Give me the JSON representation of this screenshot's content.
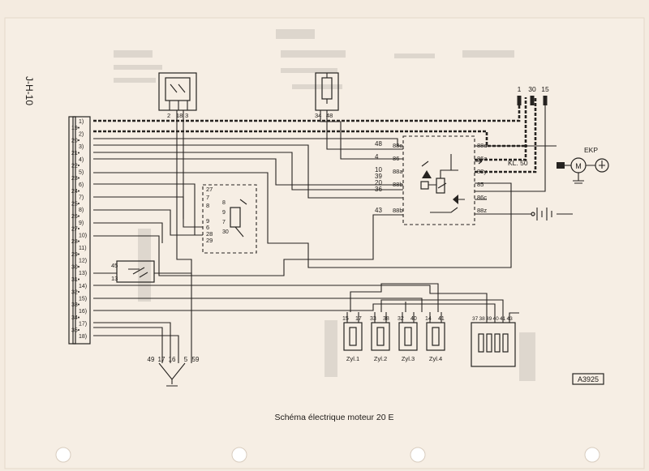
{
  "sidebar_code": "J-H-10",
  "caption": "Schéma électrique moteur 20 E",
  "ref_code": "A3925",
  "left_connector": {
    "pins": [
      "1",
      "19",
      "2",
      "20",
      "3",
      "21",
      "4",
      "22",
      "5",
      "23",
      "6",
      "24",
      "7",
      "25",
      "8",
      "26",
      "9",
      "27",
      "10",
      "28",
      "11",
      "29",
      "12",
      "30",
      "13",
      "31",
      "14",
      "32",
      "15",
      "33",
      "16",
      "34",
      "17",
      "35",
      "18"
    ]
  },
  "top_connector_a": {
    "pins": [
      "2",
      "18",
      "3"
    ]
  },
  "top_connector_b": {
    "pins": [
      "34",
      "48"
    ]
  },
  "supply_terminals": [
    "1",
    "30",
    "15"
  ],
  "relay_left": [
    "48",
    "4",
    "10",
    "39",
    "20",
    "36",
    "43"
  ],
  "relay_right_in": [
    "88c",
    "86",
    "88a",
    "88b",
    "88b"
  ],
  "relay_right_out": [
    "88d",
    "86a",
    "88y",
    "85",
    "86c",
    "88z"
  ],
  "kl50_label": "KL. 50",
  "ekp_label": "EKP",
  "pump_symbol": "M",
  "aux_top": [
    "27",
    "7",
    "8"
  ],
  "aux_bottom": [
    "9",
    "6",
    "28",
    "29"
  ],
  "aux_mid_pins": [
    "8",
    "9",
    "7",
    "30"
  ],
  "small_unit": [
    "45",
    "13"
  ],
  "injectors": [
    {
      "pins": [
        "15",
        "17"
      ],
      "label": "Zyl.1"
    },
    {
      "pins": [
        "33",
        "38"
      ],
      "label": "Zyl.2"
    },
    {
      "pins": [
        "32",
        "40"
      ],
      "label": "Zyl.3"
    },
    {
      "pins": [
        "14",
        "41"
      ],
      "label": "Zyl.4"
    }
  ],
  "resistor_pack_pins": [
    "37",
    "38",
    "39",
    "40",
    "41",
    "43"
  ],
  "ground_pins": [
    "49",
    "17",
    "16",
    "5",
    "59"
  ]
}
